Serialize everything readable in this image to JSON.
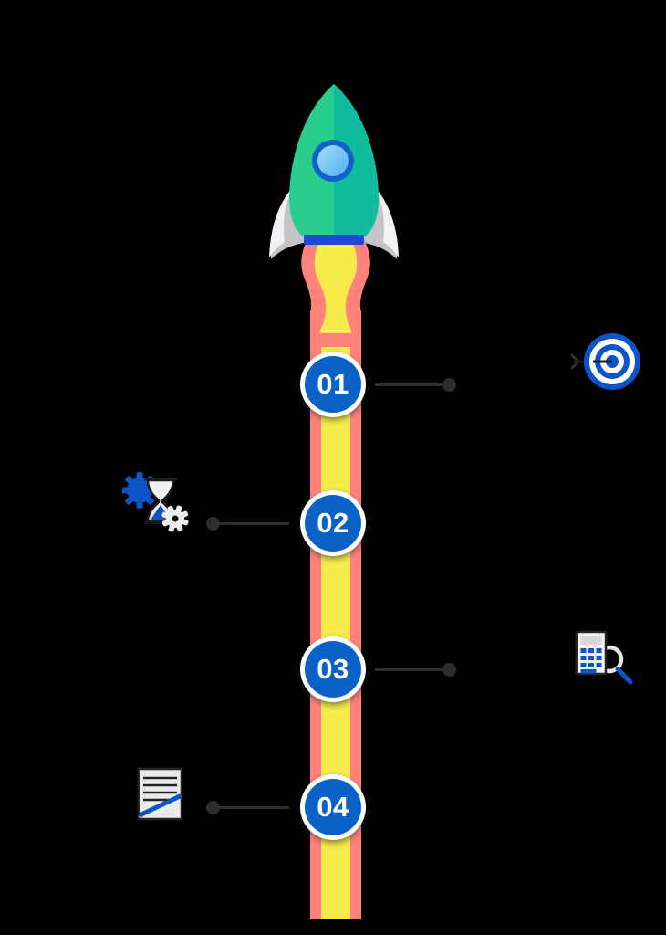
{
  "infographic": {
    "type": "rocket-launch-timeline",
    "steps": [
      {
        "number": "01",
        "side": "right",
        "icon": "target-bullseye-icon"
      },
      {
        "number": "02",
        "side": "left",
        "icon": "gears-hourglass-icon"
      },
      {
        "number": "03",
        "side": "right",
        "icon": "building-magnifier-icon"
      },
      {
        "number": "04",
        "side": "left",
        "icon": "document-pen-icon"
      }
    ]
  },
  "colors": {
    "background": "#000000",
    "node_fill": "#0B62C6",
    "node_ring": "#FFFFFF",
    "node_number": "#FFFFFF",
    "trail_outer": "#FF837B",
    "trail_inner": "#F6EB4B",
    "connector": "#2E2E2E",
    "rocket_body_left": "#29CE8C",
    "rocket_body_right": "#10BC9D",
    "rocket_band": "#1D4BD8",
    "window_ring": "#1261C9",
    "window_glass_light": "#A8DCF8",
    "window_glass_dark": "#4FAEF0",
    "fin_light": "#F2F2F2",
    "fin_shade": "#C5C5C9",
    "icon_blue": "#0D54C6",
    "icon_light": "#EDEDED",
    "icon_outline": "#1C1C1C"
  }
}
